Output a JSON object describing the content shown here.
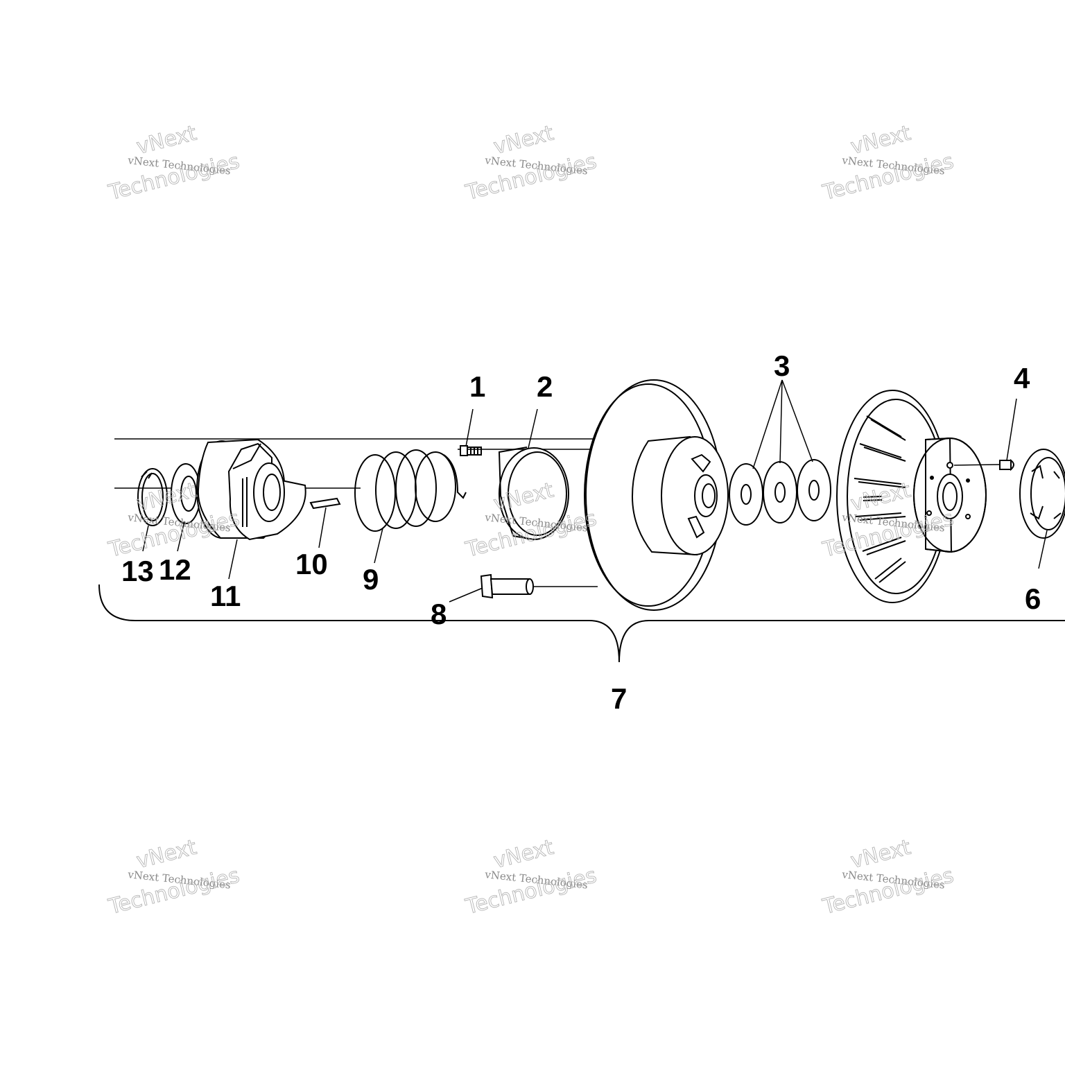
{
  "diagram": {
    "callouts": {
      "c1": "1",
      "c2": "2",
      "c3": "3",
      "c4": "4",
      "c6": "6",
      "c7": "7",
      "c8": "8",
      "c9": "9",
      "c10": "10",
      "c11": "11",
      "c12": "12",
      "c13": "13"
    }
  },
  "watermark": {
    "line_small": "vNext Technologies",
    "line_top": "vNext",
    "line_big": "Technologies"
  }
}
